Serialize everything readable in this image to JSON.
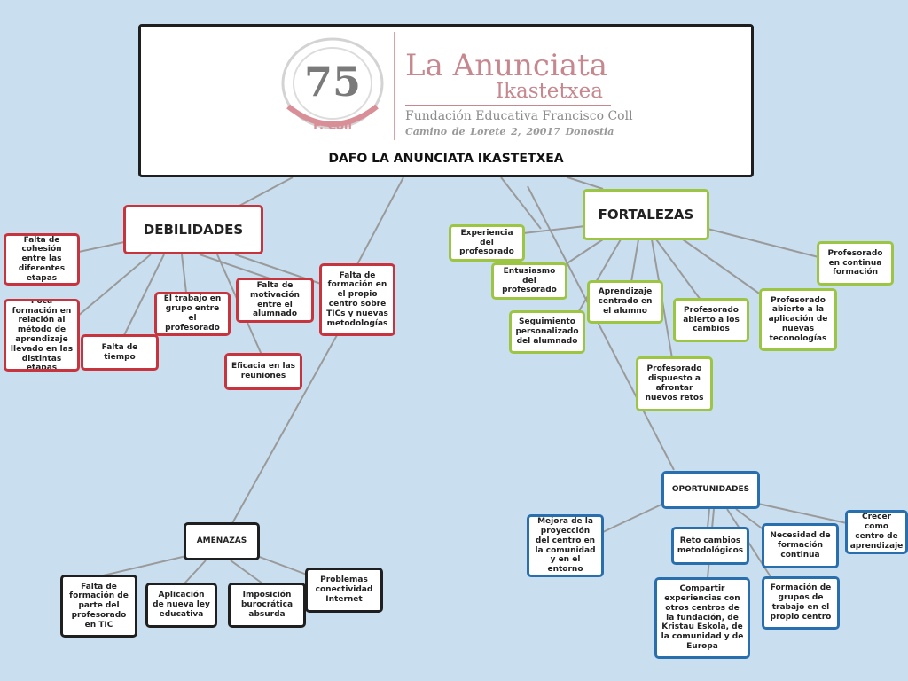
{
  "header": {
    "seal_number": "75",
    "seal_caption": "F. Coll",
    "brand_title": "La Anunciata",
    "brand_subtitle": "Ikastetxea",
    "foundation": "Fundación Educativa Francisco Coll",
    "address": "Camino de Lorete 2,   20017 Donostia",
    "title": "DAFO LA ANUNCIATA IKASTETXEA"
  },
  "debilidades": {
    "label": "DEBILIDADES",
    "items": [
      "Falta de cohesión entre las diferentes etapas",
      "Poca formación en relación al método de aprendizaje llevado en las distintas etapas",
      "Falta de tiempo",
      "El trabajo en grupo entre el profesorado",
      "Falta de motivación entre el alumnado",
      "Eficacia en las reuniones",
      "Falta de formación en el propio centro sobre TICs y nuevas metodologías"
    ]
  },
  "fortalezas": {
    "label": "FORTALEZAS",
    "items": [
      "Experiencia del profesorado",
      "Entusiasmo del profesorado",
      "Seguimiento personalizado del alumnado",
      "Aprendizaje centrado en el alumno",
      "Profesorado abierto a los cambios",
      "Profesorado abierto a la aplicación de nuevas teconologías",
      "Profesorado en continua formación",
      "Profesorado dispuesto a afrontar nuevos retos"
    ]
  },
  "oportunidades": {
    "label": "OPORTUNIDADES",
    "items": [
      "Mejora de la proyección del centro en la comunidad y en el entorno",
      "Reto cambios metodológicos",
      "Necesidad de formación continua",
      "Crecer como centro de aprendizaje",
      "Compartir experiencias con otros centros de la fundación, de Kristau Eskola, de la comunidad y de Europa",
      "Formación de grupos de trabajo en el propio centro"
    ]
  },
  "amenazas": {
    "label": "AMENAZAS",
    "items": [
      "Falta de formación de parte del profesorado en TIC",
      "Aplicación de nueva ley educativa",
      "Imposición burocrática absurda",
      "Problemas conectividad Internet"
    ]
  },
  "colors": {
    "background": "#c9dff0",
    "debilidades": "#c8343d",
    "fortalezas": "#9cc544",
    "oportunidades": "#2a6fad",
    "amenazas": "#1f1f1f",
    "connector": "#9a9a9a",
    "brand": "#c6878e"
  }
}
